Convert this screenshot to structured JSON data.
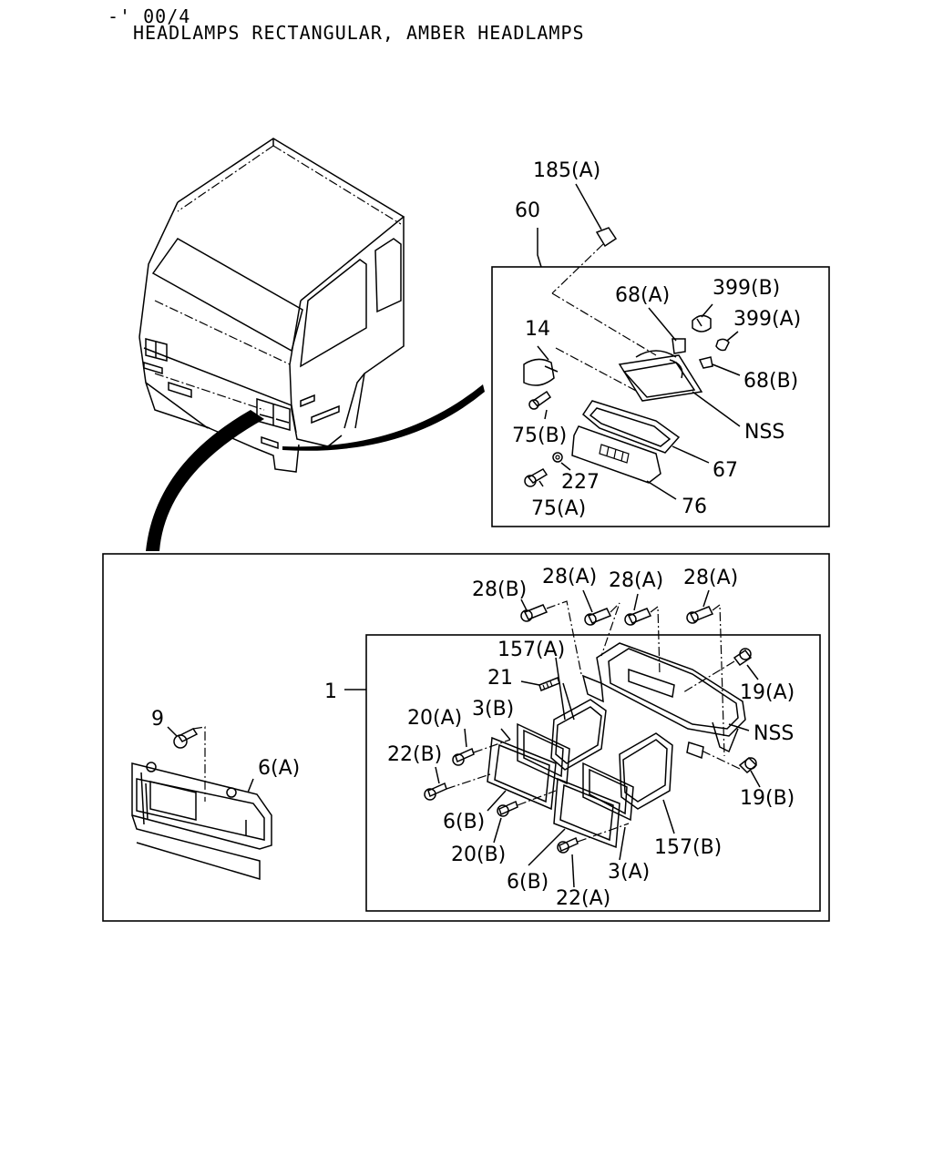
{
  "header": {
    "range": "-' 00/4",
    "title": "HEADLAMPS RECTANGULAR, AMBER HEADLAMPS"
  },
  "callouts": [
    {
      "id": "c185a",
      "text": "185(A)"
    },
    {
      "id": "c60",
      "text": "60"
    },
    {
      "id": "c68a",
      "text": "68(A)"
    },
    {
      "id": "c399b",
      "text": "399(B)"
    },
    {
      "id": "c399a",
      "text": "399(A)"
    },
    {
      "id": "c14",
      "text": "14"
    },
    {
      "id": "c68b",
      "text": "68(B)"
    },
    {
      "id": "cnss1",
      "text": "NSS"
    },
    {
      "id": "c75b",
      "text": "75(B)"
    },
    {
      "id": "c67",
      "text": "67"
    },
    {
      "id": "c227",
      "text": "227"
    },
    {
      "id": "c76",
      "text": "76"
    },
    {
      "id": "c75a",
      "text": "75(A)"
    },
    {
      "id": "c28b",
      "text": "28(B)"
    },
    {
      "id": "c28a1",
      "text": "28(A)"
    },
    {
      "id": "c28a2",
      "text": "28(A)"
    },
    {
      "id": "c28a3",
      "text": "28(A)"
    },
    {
      "id": "c157a",
      "text": "157(A)"
    },
    {
      "id": "c21",
      "text": "21"
    },
    {
      "id": "c1",
      "text": "1"
    },
    {
      "id": "c19a",
      "text": "19(A)"
    },
    {
      "id": "c20a",
      "text": "20(A)"
    },
    {
      "id": "c3b",
      "text": "3(B)"
    },
    {
      "id": "cnss2",
      "text": "NSS"
    },
    {
      "id": "c9",
      "text": "9"
    },
    {
      "id": "c22b",
      "text": "22(B)"
    },
    {
      "id": "c6a",
      "text": "6(A)"
    },
    {
      "id": "c19b",
      "text": "19(B)"
    },
    {
      "id": "c6b1",
      "text": "6(B)"
    },
    {
      "id": "c157b",
      "text": "157(B)"
    },
    {
      "id": "c20b",
      "text": "20(B)"
    },
    {
      "id": "c3a",
      "text": "3(A)"
    },
    {
      "id": "c6b2",
      "text": "6(B)"
    },
    {
      "id": "c22a",
      "text": "22(A)"
    }
  ]
}
